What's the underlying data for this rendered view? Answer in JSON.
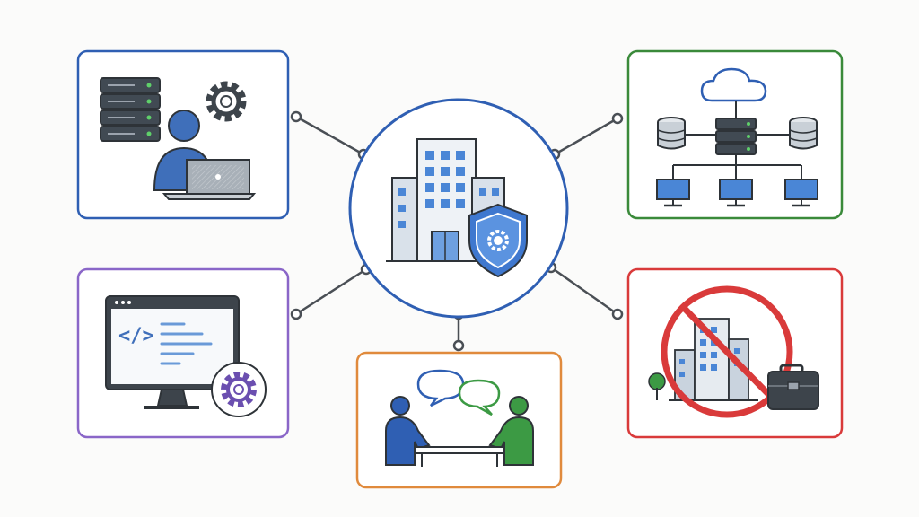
{
  "diagram": {
    "hub": {
      "name": "company-security-hub",
      "icons": [
        "office-building-icon",
        "security-shield-gear-icon"
      ],
      "ring_color": "#2f5fb3"
    },
    "nodes": [
      {
        "id": "server-admin",
        "icons": [
          "server-rack-icon",
          "gear-icon",
          "person-icon",
          "laptop-icon"
        ],
        "frame_color": "#2f5fb3"
      },
      {
        "id": "cloud-network",
        "icons": [
          "cloud-icon",
          "server-icon",
          "database-icon",
          "monitor-icon"
        ],
        "frame_color": "#3a8a3a"
      },
      {
        "id": "software-development",
        "icons": [
          "monitor-code-icon",
          "gear-icon"
        ],
        "frame_color": "#8a66c8"
      },
      {
        "id": "client-meeting",
        "icons": [
          "person-icon",
          "speech-bubble-icon",
          "table-icon"
        ],
        "frame_color": "#e08a3c"
      },
      {
        "id": "no-office-business",
        "icons": [
          "prohibited-sign-icon",
          "office-building-icon",
          "briefcase-icon",
          "tree-icon"
        ],
        "frame_color": "#d93a3a"
      }
    ],
    "colors": {
      "ink": "#2e3338",
      "blue": "#2f5fb3",
      "light_blue": "#8fb6e8",
      "green": "#3c9a44",
      "gray": "#9ba3ad",
      "connector": "#4a4f55"
    }
  }
}
